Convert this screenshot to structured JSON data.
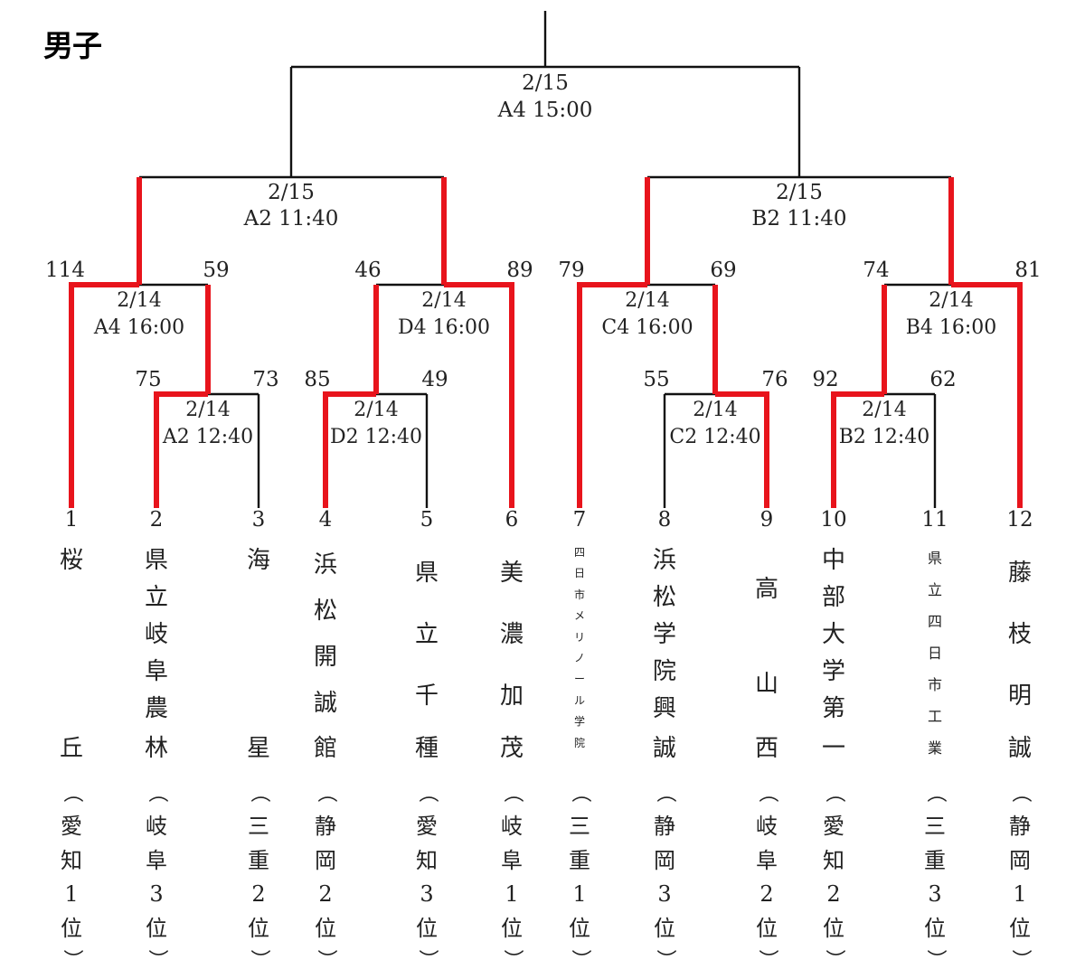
{
  "title": "男子",
  "final": {
    "date": "2/15",
    "court_time": "A4 15:00"
  },
  "semis": [
    {
      "date": "2/15",
      "court_time": "A2 11:40"
    },
    {
      "date": "2/15",
      "court_time": "B2 11:40"
    }
  ],
  "quarters": [
    {
      "date": "2/14",
      "court_time": "A4 16:00",
      "score_left": "114",
      "score_right": "59"
    },
    {
      "date": "2/14",
      "court_time": "D4 16:00",
      "score_left": "46",
      "score_right": "89"
    },
    {
      "date": "2/14",
      "court_time": "C4 16:00",
      "score_left": "79",
      "score_right": "69"
    },
    {
      "date": "2/14",
      "court_time": "B4 16:00",
      "score_left": "74",
      "score_right": "81"
    }
  ],
  "first_round": [
    {
      "date": "2/14",
      "court_time": "A2 12:40",
      "score_left": "75",
      "score_right": "73"
    },
    {
      "date": "2/14",
      "court_time": "D2 12:40",
      "score_left": "85",
      "score_right": "49"
    },
    {
      "date": "2/14",
      "court_time": "C2 12:40",
      "score_left": "55",
      "score_right": "76"
    },
    {
      "date": "2/14",
      "court_time": "B2 12:40",
      "score_left": "92",
      "score_right": "62"
    }
  ],
  "teams": [
    {
      "seed": "1",
      "name_top": "桜",
      "name_bottom": "丘",
      "pref": "愛知",
      "rank": "1",
      "pos": "位"
    },
    {
      "seed": "2",
      "name_top": "県立岐阜農",
      "name_bottom": "林",
      "pref": "岐阜",
      "rank": "3",
      "pos": "位"
    },
    {
      "seed": "3",
      "name_top": "海",
      "name_bottom": "星",
      "pref": "三重",
      "rank": "2",
      "pos": "位"
    },
    {
      "seed": "4",
      "name_top": "浜松開誠",
      "name_bottom": "館",
      "pref": "静岡",
      "rank": "2",
      "pos": "位"
    },
    {
      "seed": "5",
      "name_top": "県立千",
      "name_bottom": "種",
      "pref": "愛知",
      "rank": "3",
      "pos": "位"
    },
    {
      "seed": "6",
      "name_top": "美濃加",
      "name_bottom": "茂",
      "pref": "岐阜",
      "rank": "1",
      "pos": "位"
    },
    {
      "seed": "7",
      "name_top": "四日市メリノール学院",
      "name_bottom": "",
      "pref": "三重",
      "rank": "1",
      "pos": "位"
    },
    {
      "seed": "8",
      "name_top": "浜松学院興",
      "name_bottom": "誠",
      "pref": "静岡",
      "rank": "3",
      "pos": "位"
    },
    {
      "seed": "9",
      "name_top": "高山",
      "name_bottom": "西",
      "pref": "岐阜",
      "rank": "2",
      "pos": "位"
    },
    {
      "seed": "10",
      "name_top": "中部大学第",
      "name_bottom": "一",
      "pref": "愛知",
      "rank": "2",
      "pos": "位"
    },
    {
      "seed": "11",
      "name_top": "県立四日市工業",
      "name_bottom": "",
      "pref": "三重",
      "rank": "3",
      "pos": "位"
    },
    {
      "seed": "12",
      "name_top": "藤枝明",
      "name_bottom": "誠",
      "pref": "静岡",
      "rank": "1",
      "pos": "位"
    }
  ],
  "colors": {
    "winner_line": "#e8141c",
    "line": "#111111"
  }
}
